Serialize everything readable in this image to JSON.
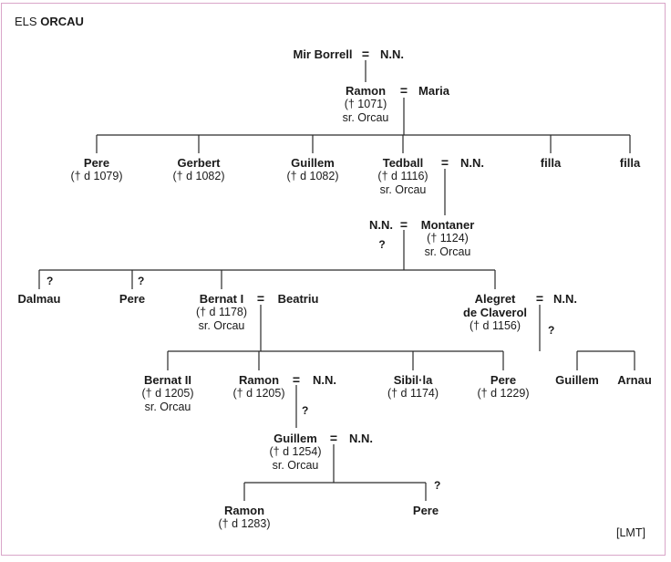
{
  "title": {
    "prefix": "ELS",
    "name": "ORCAU"
  },
  "source": "[LMT]",
  "marks": {
    "spouse": "=",
    "unknown": "?"
  },
  "people": {
    "mir_borrell": {
      "name": "Mir Borrell"
    },
    "nn_1": {
      "name": "N.N."
    },
    "ramon_1": {
      "name": "Ramon",
      "dates": "(† 1071)",
      "title": "sr. Orcau"
    },
    "maria": {
      "name": "Maria"
    },
    "pere_1": {
      "name": "Pere",
      "dates": "(† d 1079)"
    },
    "gerbert": {
      "name": "Gerbert",
      "dates": "(† d 1082)"
    },
    "guillem_1": {
      "name": "Guillem",
      "dates": "(† d 1082)"
    },
    "tedball": {
      "name": "Tedball",
      "dates": "(† d 1116)",
      "title": "sr. Orcau"
    },
    "nn_tedball": {
      "name": "N.N."
    },
    "filla_1": {
      "name": "filla"
    },
    "filla_2": {
      "name": "filla"
    },
    "nn_montaner": {
      "name": "N.N."
    },
    "montaner": {
      "name": "Montaner",
      "dates": "(† 1124)",
      "title": "sr. Orcau"
    },
    "dalmau": {
      "name": "Dalmau"
    },
    "pere_2": {
      "name": "Pere"
    },
    "bernat_1": {
      "name": "Bernat I",
      "dates": "(† d 1178)",
      "title": "sr. Orcau"
    },
    "beatriu": {
      "name": "Beatriu"
    },
    "alegret": {
      "name": "Alegret",
      "name2": "de Claverol",
      "dates": "(† d 1156)"
    },
    "nn_alegret": {
      "name": "N.N."
    },
    "bernat_2": {
      "name": "Bernat II",
      "dates": "(† d 1205)",
      "title": "sr. Orcau"
    },
    "ramon_2": {
      "name": "Ramon",
      "dates": "(† d 1205)"
    },
    "nn_ramon": {
      "name": "N.N."
    },
    "sibilla": {
      "name": "Sibil·la",
      "dates": "(† d 1174)"
    },
    "pere_3": {
      "name": "Pere",
      "dates": "(† d 1229)"
    },
    "guillem_2": {
      "name": "Guillem"
    },
    "arnau": {
      "name": "Arnau"
    },
    "guillem_3": {
      "name": "Guillem",
      "dates": "(† d 1254)",
      "title": "sr. Orcau"
    },
    "nn_guillem": {
      "name": "N.N."
    },
    "ramon_3": {
      "name": "Ramon",
      "dates": "(† d 1283)"
    },
    "pere_4": {
      "name": "Pere"
    }
  }
}
